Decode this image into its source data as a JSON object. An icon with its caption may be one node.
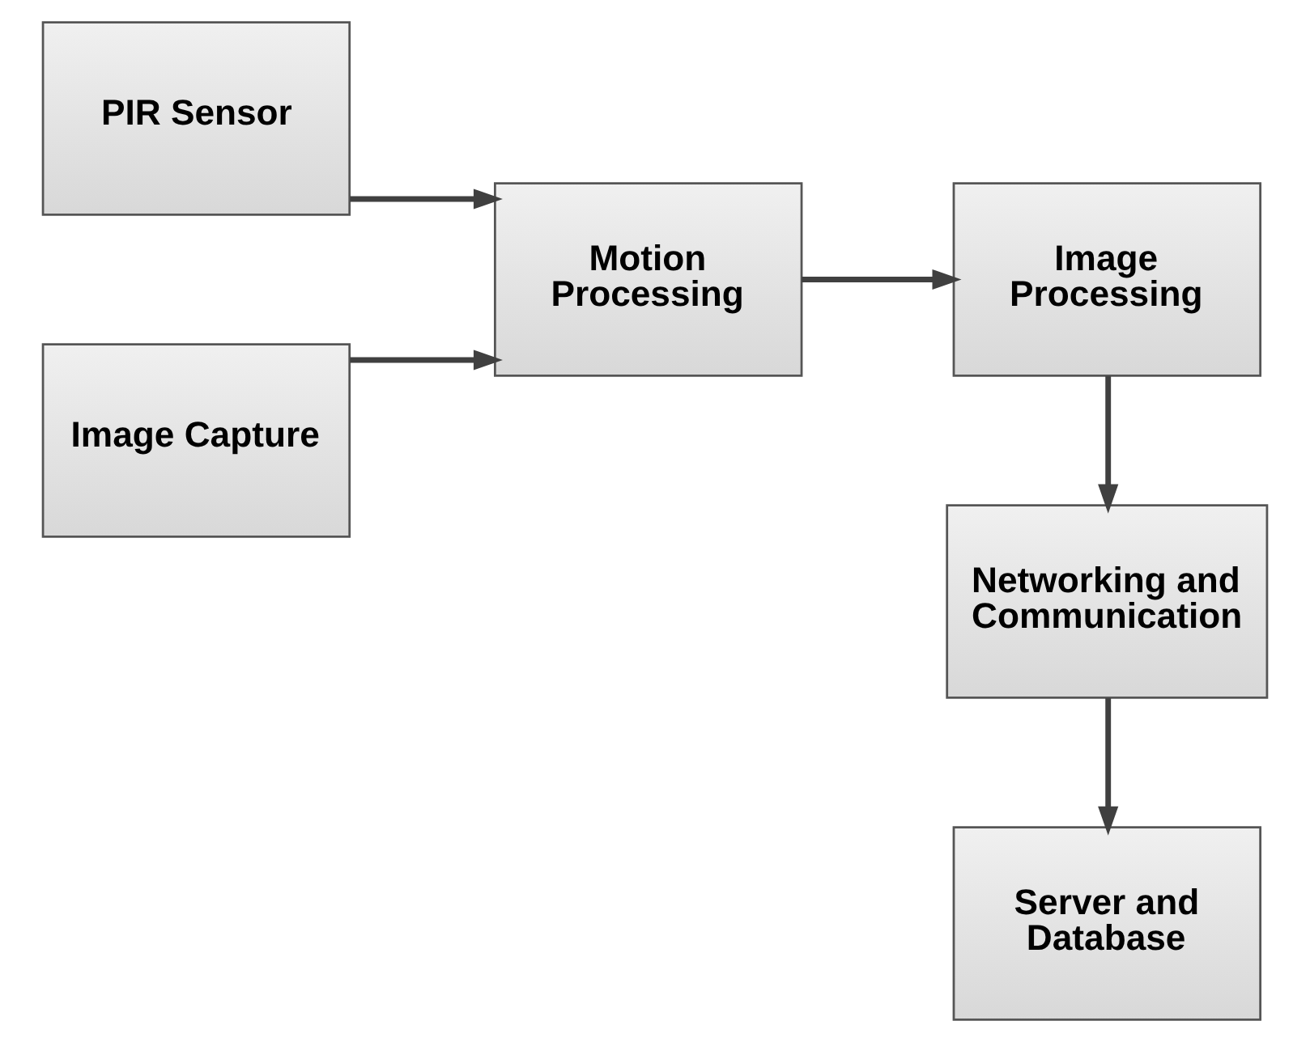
{
  "diagram": {
    "nodes": [
      {
        "text": [
          "PIR Sensor"
        ]
      },
      {
        "text": [
          "Image Processing"
        ]
      },
      {
        "text": [
          "Motion Processing"
        ]
      },
      {
        "text": [
          "Networking and Communication"
        ]
      },
      {
        "text": [
          "Image Capture"
        ]
      },
      {
        "text": [
          "Server and Database"
        ]
      }
    ],
    "edges": [
      {
        "from": 0,
        "to": 2,
        "arrow": "to"
      },
      {
        "from": 4,
        "to": 2,
        "arrow": "to"
      },
      {
        "from": 2,
        "to": 1,
        "arrow": "to"
      },
      {
        "from": 1,
        "to": 3,
        "arrow": "to"
      },
      {
        "from": 3,
        "to": 5,
        "arrow": "to"
      }
    ]
  }
}
